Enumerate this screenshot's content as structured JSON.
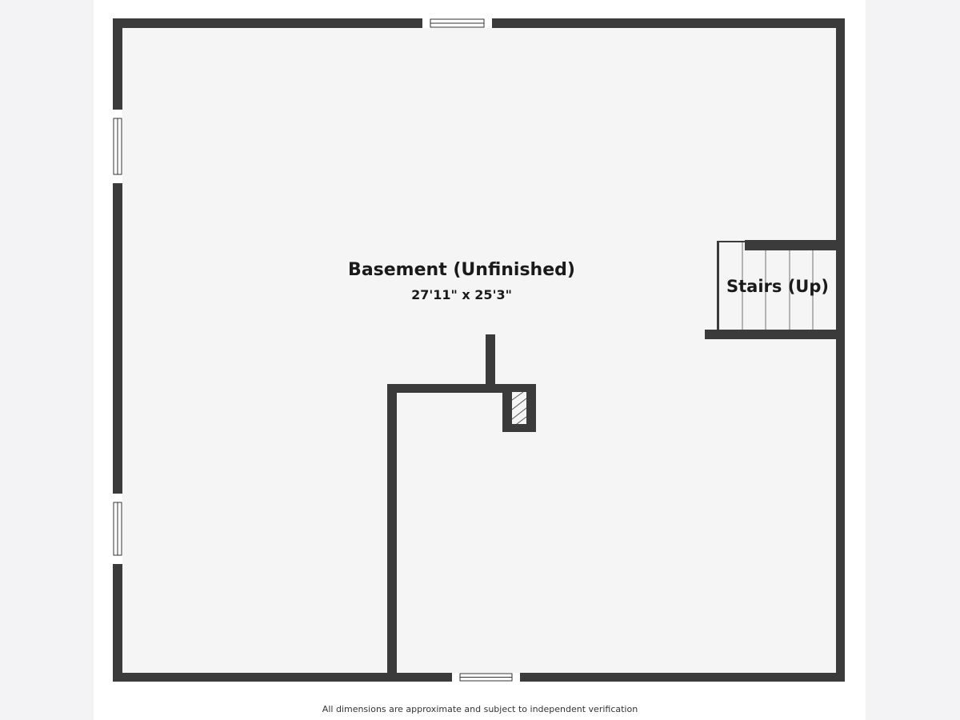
{
  "room": {
    "name": "Basement (Unfinished)",
    "dimensions": "27'11\" x 25'3\""
  },
  "stairs": {
    "label": "Stairs (Up)"
  },
  "footer": {
    "disclaimer": "All dimensions are approximate and subject to independent verification"
  },
  "colors": {
    "wall": "#3b3b3b",
    "floor": "#f5f5f5",
    "page": "#ffffff",
    "margin": "#f3f3f5"
  }
}
